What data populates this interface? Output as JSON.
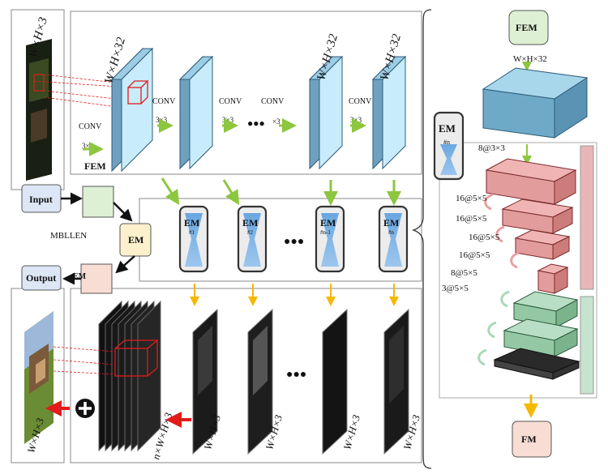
{
  "dims": {
    "input_img": "W×H×3",
    "conv_out": "W×H×32",
    "em_out": "W×H×3",
    "concat": "n×W×H×3",
    "output_img": "W×H×3",
    "fem_detail": "W×H×32"
  },
  "conv": {
    "label": "CONV",
    "kernel": "3×3",
    "kernel_dots": "×3",
    "first_kernel": "3×3"
  },
  "labels": {
    "fem": "FEM",
    "input": "Input",
    "output": "Output",
    "em": "EM",
    "fm": "FM",
    "mbllen": "MBLLEN",
    "ellipsis": "●●●"
  },
  "em_modules": [
    {
      "title": "EM",
      "idx": "#1"
    },
    {
      "title": "EM",
      "idx": "#2"
    },
    {
      "title": "EM",
      "idx": "#n-1"
    },
    {
      "title": "EM",
      "idx": "#n"
    }
  ],
  "em_detail": {
    "title": "EM",
    "idx": "#n",
    "input_conv": "8@3×3",
    "layers": [
      "16@5×5",
      "16@5×5",
      "16@5×5",
      "16@5×5",
      "8@5×5",
      "3@5×5"
    ]
  }
}
